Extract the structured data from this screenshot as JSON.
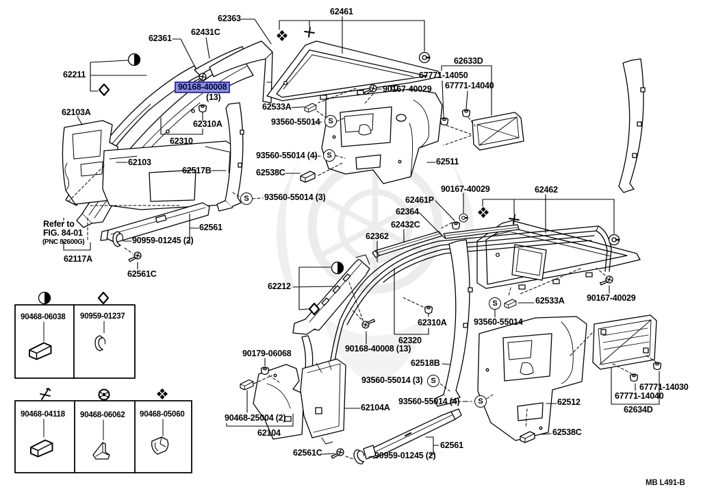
{
  "doc": {
    "type": "parts-diagram",
    "footer_code": "MB L491-B",
    "s_marker": "S"
  },
  "colors": {
    "line": "#000000",
    "highlight_fill": "#8e93d5",
    "highlight_border": "#3434b0",
    "watermark": "#e3e3e3"
  },
  "highlight": {
    "part": "90168-40008",
    "qty": "(13)"
  },
  "labels": {
    "l62363": "62363",
    "l62431c": "62431C",
    "l62361": "62361",
    "l62211": "62211",
    "l62103a": "62103A",
    "l62310a_top": "62310A",
    "l62310": "62310",
    "l62103": "62103",
    "l62517b": "62517B",
    "l62538c_left": "62538C",
    "l93560_3_left": "93560-55014 (3)",
    "l62561_top": "62561",
    "refer1": "Refer to",
    "refer2": "FIG. 84-01",
    "refer3": "(PNC 82600G)",
    "l62117a": "62117A",
    "l90959_top": "90959-01245 (2)",
    "l62561c_top": "62561C",
    "l62461": "62461",
    "l62533a_top": "62533A",
    "l93560_top": "93560-55014",
    "l90167_top": "90167-40029",
    "l62511": "62511",
    "l93560_4_left": "93560-55014 (4)",
    "l62633d": "62633D",
    "l67771_14050": "67771-14050",
    "l67771_14040_top": "67771-14040",
    "l90167_mid": "90167-40029",
    "l62461p": "62461P",
    "l62364": "62364",
    "l62432c": "62432C",
    "l62362": "62362",
    "l62462": "62462",
    "l62533a_right": "62533A",
    "l93560_right": "93560-55014",
    "l90167_right": "90167-40029",
    "l62212": "62212",
    "l62310a_bot": "62310A",
    "l62320": "62320",
    "l90168_bot": "90168-40008 (13)",
    "l62518b": "62518B",
    "l93560_3_right": "93560-55014 (3)",
    "l93560_4_right": "93560-55014 (4)",
    "l90179": "90179-06068",
    "l90468_25004": "90468-25004 (2)",
    "l62104": "62104",
    "l62104a": "62104A",
    "l62561c_bot": "62561C",
    "l90959_bot": "90959-01245 (2)",
    "l62561_bot": "62561",
    "l62512": "62512",
    "l67771_14030": "67771-14030",
    "l67771_14040_bot": "67771-14040",
    "l62634d": "62634D",
    "l62538c_right": "62538C"
  },
  "boxes": {
    "top": [
      "90468-06038",
      "90959-01237"
    ],
    "bottom": [
      "90468-04118",
      "90468-06062",
      "90468-05060"
    ]
  }
}
